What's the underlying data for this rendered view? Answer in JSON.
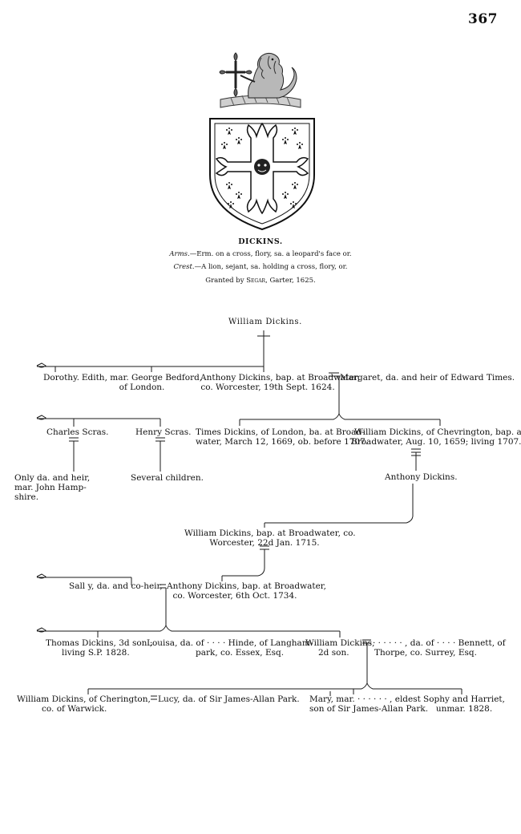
{
  "page_number": "367",
  "heraldry": {
    "name": "DICKINS.",
    "arms_label": "Arms.",
    "arms_text": "—Erm. on a cross, flory, sa. a leopard's face or.",
    "crest_label": "Crest.",
    "crest_text": "—A lion, sejant, sa. holding a cross, flory, or.",
    "grant_prefix": "Granted by",
    "grant_name": "Segar",
    "grant_suffix": ", Garter, 1625."
  },
  "tree": {
    "root": "William Dickins.",
    "gen1": {
      "dorothy": "Dorothy.",
      "edith_1": "Edith, mar. George Bedford,",
      "edith_2": "of London.",
      "anthony_1": "Anthony Dickins, bap. at Broadwater,",
      "anthony_2": "co. Worcester, 19th Sept. 1624.",
      "margaret": "Margaret, da. and heir of Edward Times."
    },
    "gen2": {
      "charles": "Charles Scras.",
      "henry": "Henry Scras.",
      "times_1": "Times Dickins, of London, ba. at Broad-",
      "times_2": "water, March 12, 1669, ob. before 1707.",
      "william_1": "William Dickins, of Chevrington, bap. at",
      "william_2": "Broadwater, Aug. 10, 1659; living 1707."
    },
    "gen3": {
      "only_1": "Only da. and heir,",
      "only_2": "mar. John Hamp-",
      "only_3": "shire.",
      "several": "Several children.",
      "anthony": "Anthony Dickins."
    },
    "gen4": {
      "william_1": "William Dickins, bap. at Broadwater, co.",
      "william_2": "Worcester, 22d Jan. 1715."
    },
    "gen5": {
      "sally": "Sall y, da. and co-heir,",
      "anthony_1": "Anthony Dickins, bap. at Broadwater,",
      "anthony_2": "co. Worcester, 6th Oct. 1734."
    },
    "gen6": {
      "thomas_1": "Thomas Dickins, 3d son ;",
      "thomas_2": "living S.P. 1828.",
      "louisa_1": "Louisa, da. of · · · · Hinde, of Langham-",
      "louisa_2": "park, co. Essex, Esq.",
      "william_1": "William Dickins,",
      "william_2": "2d son.",
      "wife_1": "· · · · · · , da. of · · · · Bennett, of",
      "wife_2": "Thorpe, co. Surrey, Esq."
    },
    "gen7": {
      "william_1": "William Dickins, of Cherington,",
      "william_2": "co. of Warwick.",
      "lucy": "Lucy, da. of Sir James-Allan Park.",
      "mary_1": "Mary, mar. · · · · · · , eldest",
      "mary_2": "son of Sir James-Allan Park.",
      "sophy_1": "Sophy and Harriet,",
      "sophy_2": "unmar. 1828."
    }
  }
}
